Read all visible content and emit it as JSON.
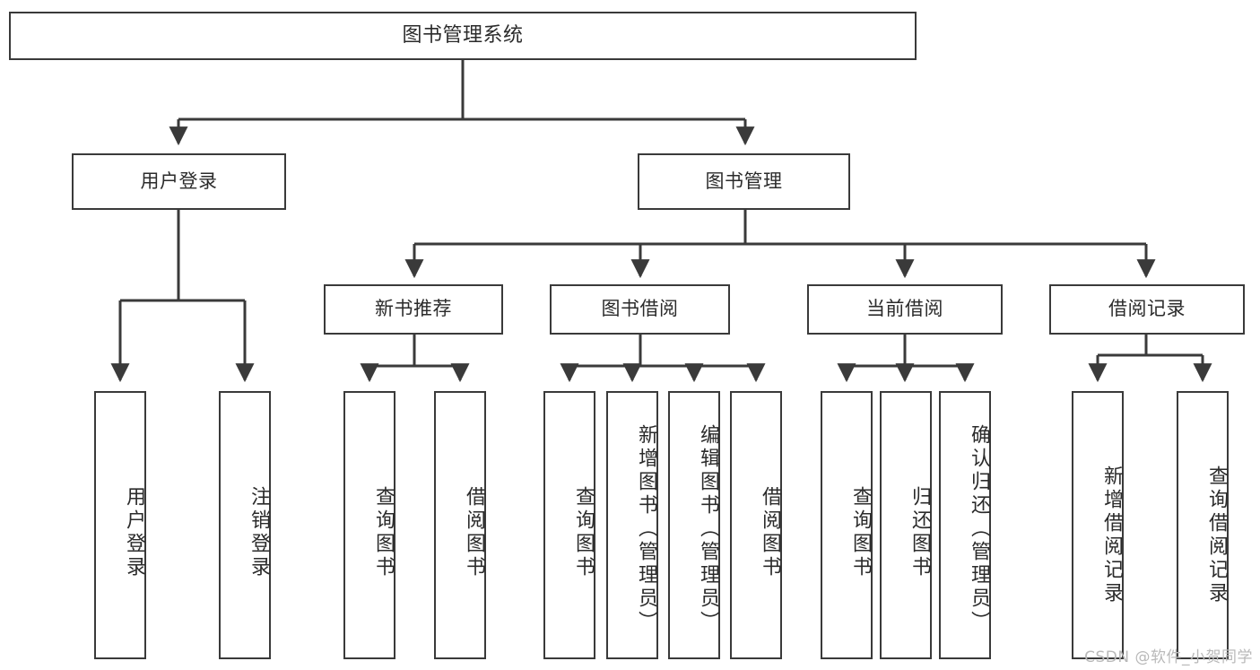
{
  "diagram": {
    "title": "图书管理系统",
    "type": "tree",
    "root": {
      "id": "root",
      "label": "图书管理系统"
    },
    "level2": [
      {
        "id": "user-login",
        "label": "用户登录"
      },
      {
        "id": "book-manage",
        "label": "图书管理"
      }
    ],
    "level3": [
      {
        "id": "new-book-recommend",
        "label": "新书推荐"
      },
      {
        "id": "book-borrow",
        "label": "图书借阅"
      },
      {
        "id": "current-borrow",
        "label": "当前借阅"
      },
      {
        "id": "borrow-record",
        "label": "借阅记录"
      }
    ],
    "leaves": {
      "user_login": [
        {
          "id": "leaf-user-login",
          "label": "用户登录"
        },
        {
          "id": "leaf-logout-login",
          "label": "注销登录"
        }
      ],
      "new_book_recommend": [
        {
          "id": "leaf-query-book-1",
          "label": "查询图书"
        },
        {
          "id": "leaf-borrow-book-1",
          "label": "借阅图书"
        }
      ],
      "book_borrow": [
        {
          "id": "leaf-query-book-2",
          "label": "查询图书"
        },
        {
          "id": "leaf-add-book",
          "label": "新增图书（管理员）"
        },
        {
          "id": "leaf-edit-book",
          "label": "编辑图书（管理员）"
        },
        {
          "id": "leaf-borrow-book-2",
          "label": "借阅图书"
        }
      ],
      "current_borrow": [
        {
          "id": "leaf-query-book-3",
          "label": "查询图书"
        },
        {
          "id": "leaf-return-book",
          "label": "归还图书"
        },
        {
          "id": "leaf-confirm-return",
          "label": "确认归还（管理员）"
        }
      ],
      "borrow_record": [
        {
          "id": "leaf-add-record",
          "label": "新增借阅记录"
        },
        {
          "id": "leaf-query-record",
          "label": "查询借阅记录"
        }
      ]
    },
    "watermark": "CSDN @软件_小贺同学",
    "colors": {
      "stroke": "#3a3a3a",
      "text": "#2b2b2b",
      "background": "#ffffff",
      "watermark": "#b9b9b9"
    }
  }
}
